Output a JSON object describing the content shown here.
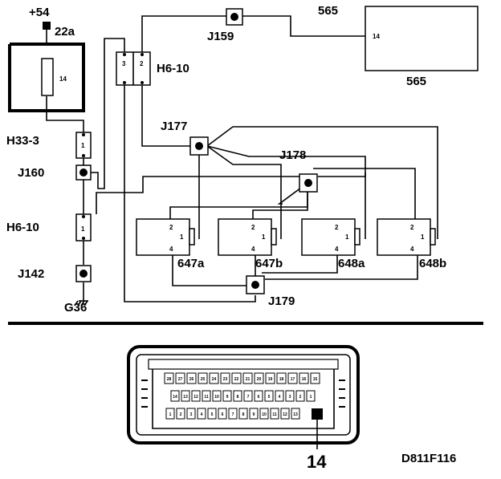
{
  "labels": {
    "supply": "+54",
    "fuse_pin": "22a",
    "fuse_inner": "14",
    "h33": "H33-3",
    "h33_pin": "1",
    "j160": "J160",
    "h6_left": "H6-10",
    "h6_left_pin": "1",
    "j142": "J142",
    "g36": "G36",
    "h6_top": "H6-10",
    "h6_top_pin3": "3",
    "h6_top_pin2": "2",
    "j159": "J159",
    "n565_top": "565",
    "n565_bottom": "565",
    "n565_pin": "14",
    "j177": "J177",
    "j178": "J178",
    "j179": "J179",
    "lamps": [
      {
        "name": "647a",
        "p2": "2",
        "p1": "1",
        "p4": "4"
      },
      {
        "name": "647b",
        "p2": "2",
        "p1": "1",
        "p4": "4"
      },
      {
        "name": "648a",
        "p2": "2",
        "p1": "1",
        "p4": "4"
      },
      {
        "name": "648b",
        "p2": "2",
        "p1": "1",
        "p4": "4"
      }
    ],
    "connector_callout": "14",
    "figure_code": "D811F116"
  },
  "connector": {
    "row1": [
      "28",
      "27",
      "26",
      "25",
      "24",
      "23",
      "22",
      "21",
      "20",
      "19",
      "18",
      "17",
      "16",
      "15"
    ],
    "row2": [
      "14",
      "13",
      "12",
      "11",
      "10",
      "9",
      "8",
      "7",
      "6",
      "5",
      "4",
      "3",
      "2",
      "1"
    ],
    "row3": [
      "1",
      "2",
      "3",
      "4",
      "5",
      "6",
      "7",
      "8",
      "9",
      "10",
      "11",
      "12",
      "13",
      "14"
    ]
  }
}
